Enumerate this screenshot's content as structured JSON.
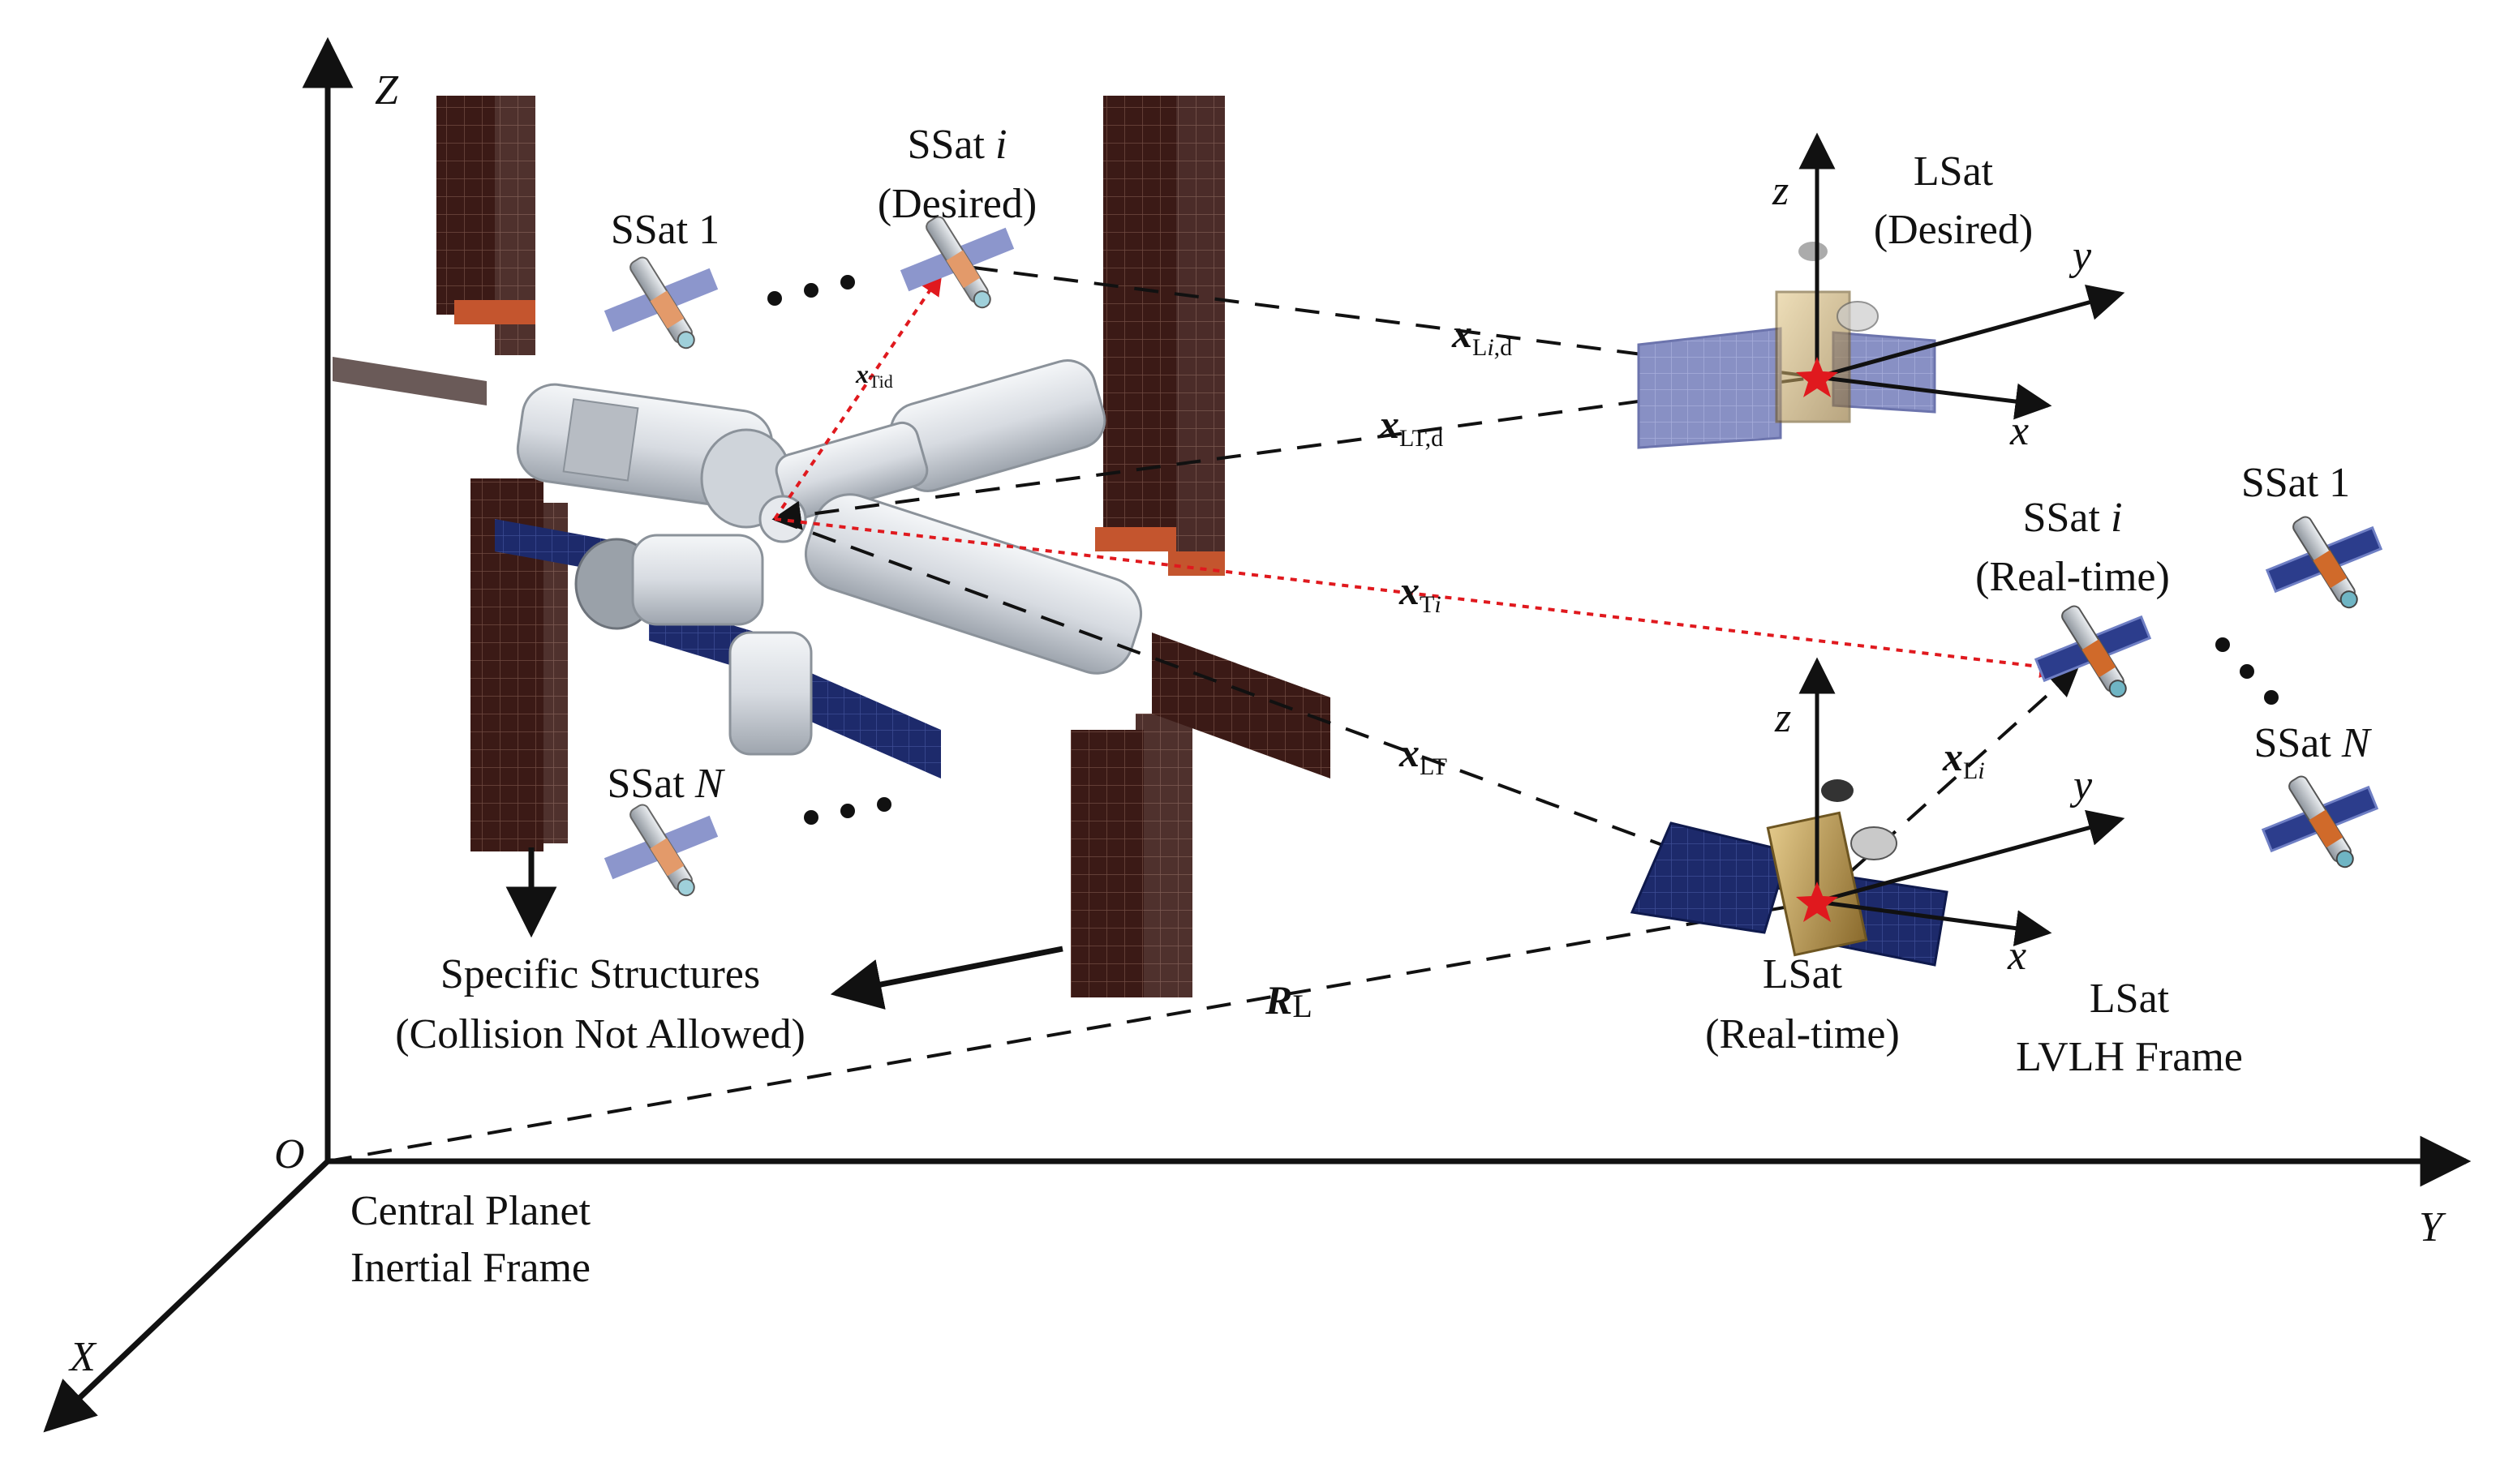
{
  "colors": {
    "black": "#111111",
    "red_dashed": "#e0191e",
    "panel_dark": "#3b1a16",
    "panel_blue_dark": "#1d2a6b",
    "panel_blue_light": "#8890c4",
    "module_white": "#dfe3e8",
    "lsat_gold": "#b89a52",
    "ssat_orange": "#d06a2a"
  },
  "axes": {
    "origin": "O",
    "x": "X",
    "y": "Y",
    "z": "Z",
    "frame_line1": "Central Planet",
    "frame_line2": "Inertial Frame"
  },
  "station": {
    "structures_line1": "Specific Structures",
    "structures_line2": "(Collision Not Allowed)"
  },
  "desired": {
    "ssat1": "SSat 1",
    "ssati_prefix": "SSat",
    "ssati_var": "i",
    "ssati_caption": "(Desired)",
    "ssatN_prefix": "SSat",
    "ssatN_var": "N",
    "lsat_line1": "LSat",
    "lsat_line2": "(Desired)",
    "lvlh_x": "x",
    "lvlh_y": "y",
    "lvlh_z": "z"
  },
  "realtime": {
    "ssat1": "SSat 1",
    "ssati_prefix": "SSat",
    "ssati_var": "i",
    "ssati_caption": "(Real-time)",
    "ssatN_prefix": "SSat",
    "ssatN_var": "N",
    "lsat_line1": "LSat",
    "lsat_line2": "(Real-time)",
    "lvlh_line1": "LSat",
    "lvlh_line2": "LVLH Frame",
    "lvlh_x": "x",
    "lvlh_y": "y",
    "lvlh_z": "z"
  },
  "vectors": {
    "xTid_main": "x",
    "xTid_sub": "Tid",
    "xLid_main": "x",
    "xLid_sub1": "L",
    "xLid_sub2": "i",
    "xLid_sub3": ",d",
    "xLTd_main": "x",
    "xLTd_sub": "LT,d",
    "xTi_main": "x",
    "xTi_sub1": "T",
    "xTi_sub2": "i",
    "xLT_main": "x",
    "xLT_sub": "LT",
    "xLi_main": "x",
    "xLi_sub1": "L",
    "xLi_sub2": "i",
    "RL_main": "R",
    "RL_sub": "L"
  }
}
